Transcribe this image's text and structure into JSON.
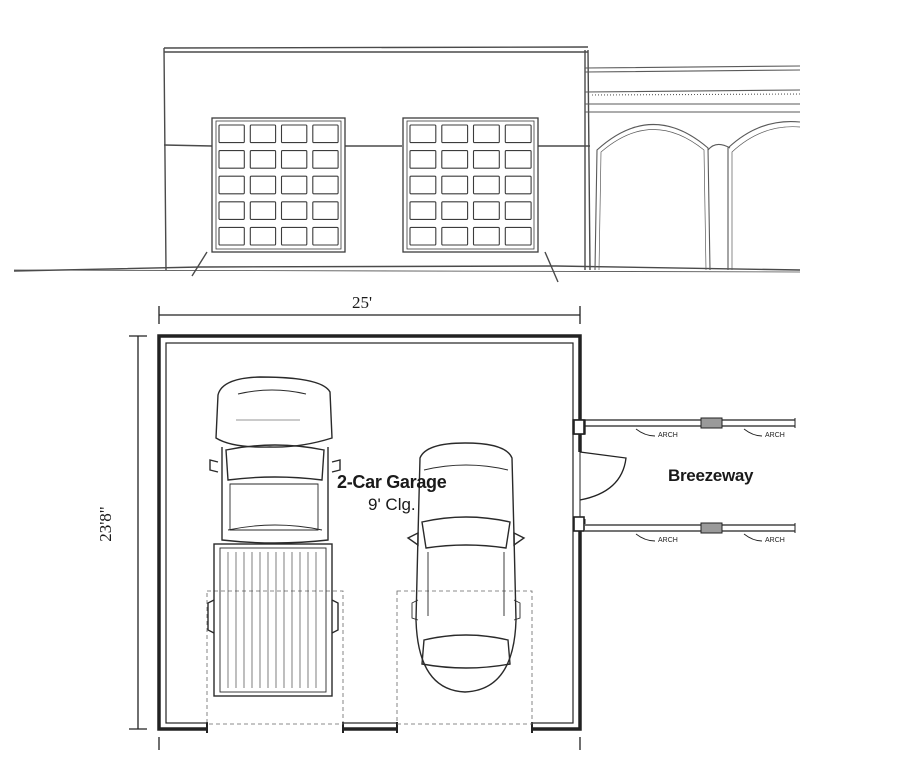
{
  "dimensions": {
    "width_label": "25'",
    "depth_label": "23'8\""
  },
  "rooms": {
    "garage": {
      "name": "2-Car Garage",
      "ceiling": "9' Clg."
    },
    "breezeway": {
      "name": "Breezeway"
    }
  },
  "arch_labels": [
    "ARCH",
    "ARCH",
    "ARCH",
    "ARCH"
  ],
  "colors": {
    "line": "#2a2a2a",
    "sketch": "#555555",
    "fill_post": "#9a9a9a"
  },
  "icons": [
    "truck-icon",
    "car-icon",
    "garage-door-icon",
    "door-swing-icon"
  ]
}
